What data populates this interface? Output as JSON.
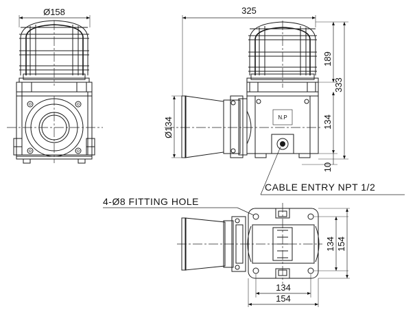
{
  "dimensions": {
    "guard_diameter": "Ø158",
    "overall_width": "325",
    "guard_height": "189",
    "overall_height": "333",
    "body_height_side": "134",
    "base_offset": "10",
    "horn_diameter": "Ø134",
    "plan_depth_inner": "134",
    "plan_depth_outer": "154",
    "plan_width_inner": "134",
    "plan_width_outer": "154"
  },
  "callouts": {
    "fitting_hole": "4-Ø8  FITTING HOLE",
    "cable_entry": "CABLE ENTRY NPT 1/2"
  },
  "nameplate": {
    "text": "N.P"
  }
}
